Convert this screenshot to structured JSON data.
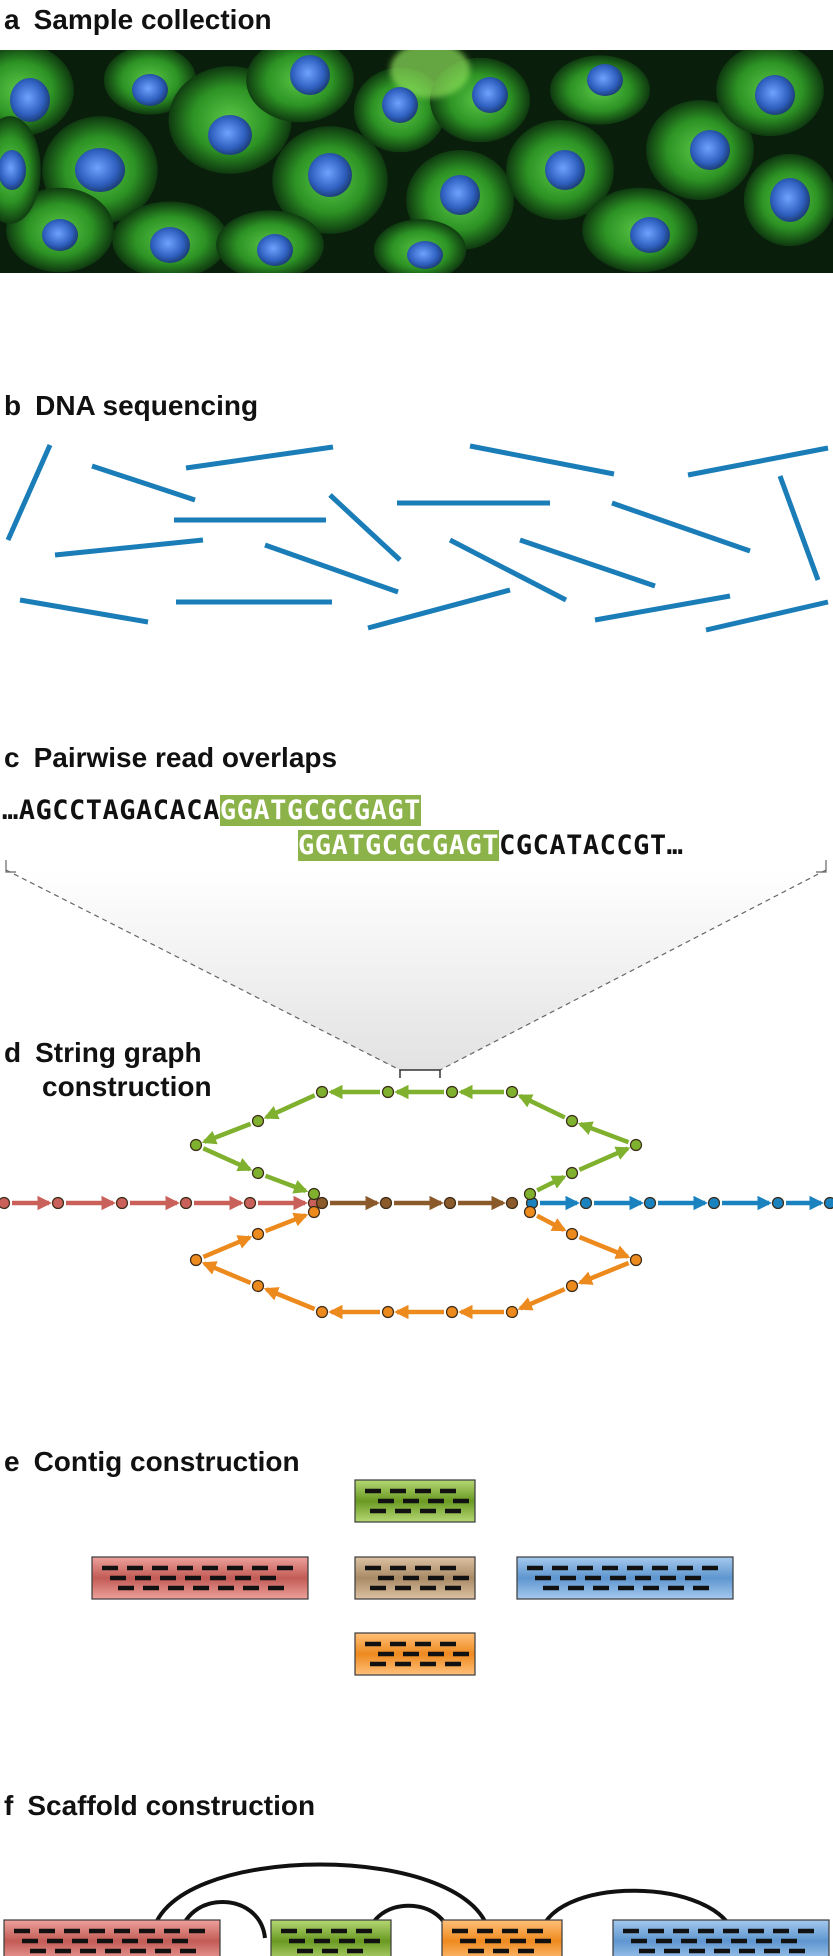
{
  "panels": {
    "a": {
      "letter": "a",
      "title": "Sample collection"
    },
    "b": {
      "letter": "b",
      "title": "DNA sequencing"
    },
    "c": {
      "letter": "c",
      "title": "Pairwise read overlaps"
    },
    "d": {
      "letter": "d",
      "title_line1": "String graph",
      "title_line2": "construction"
    },
    "e": {
      "letter": "e",
      "title": "Contig construction"
    },
    "f": {
      "letter": "f",
      "title": "Scaffold construction"
    }
  },
  "overlap": {
    "read1_prefix": "…AGCCTAGACACA",
    "read1_overlap": "GGATGCGCGAGT",
    "read2_overlap": "GGATGCGCGAGT",
    "read2_suffix": "CGCATACCGT…"
  },
  "colors": {
    "read_blue": "#1a7db8",
    "red": "#c9605a",
    "brown": "#8b5a2b",
    "green": "#7fb02e",
    "orange": "#ec8a1e",
    "blue": "#1a82bf",
    "highlight": "#8cb24a",
    "cell_green": "#2e8f22",
    "nucleus_blue": "#3f6fc0"
  }
}
